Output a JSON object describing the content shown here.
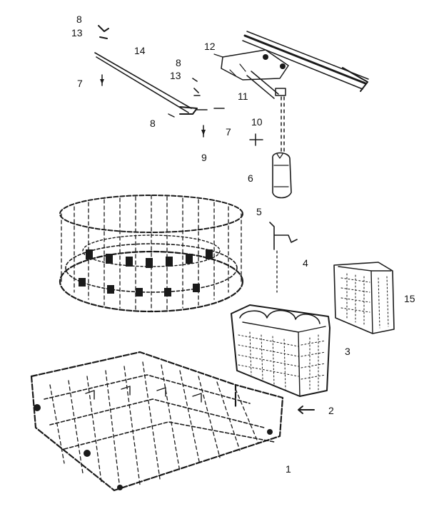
{
  "callouts": {
    "p8a": "8",
    "p13a": "13",
    "p14": "14",
    "p7a": "7",
    "p8b": "8",
    "p13b": "13",
    "p12": "12",
    "p11": "11",
    "p8c": "8",
    "p7b": "7",
    "p10": "10",
    "p9": "9",
    "p6": "6",
    "p5": "5",
    "p4": "4",
    "p15": "15",
    "p3": "3",
    "p2": "2",
    "p1": "1"
  },
  "colors": {
    "ink": "#1a1a1a",
    "background": "#ffffff"
  }
}
